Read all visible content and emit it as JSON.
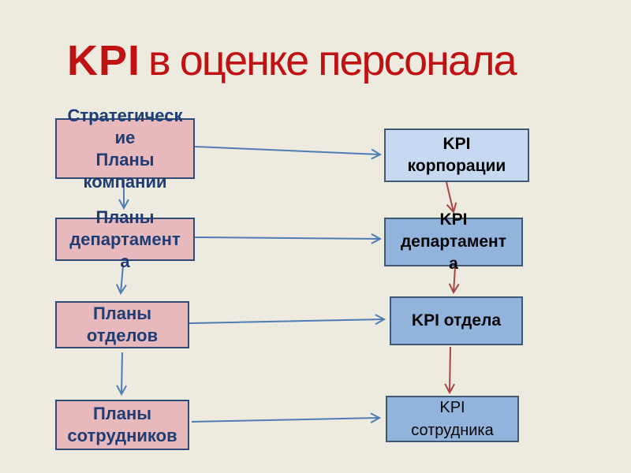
{
  "slide": {
    "title": {
      "highlight": "KPI",
      "rest": "в оценке персонала"
    },
    "colors": {
      "background": "#EDEADF",
      "title_text": "#C01212",
      "plan_box_fill": "#E7B9BD",
      "plan_box_border": "#2E4A75",
      "plan_box_text": "#1E3D74",
      "kpi_corporate_fill": "#C7D9F0",
      "kpi_box_fill": "#92B4DC",
      "kpi_box_border": "#3E5972",
      "kpi_box_text": "#050505",
      "plan_arrow": "#4E7DB5",
      "kpi_arrow": "#A94441"
    },
    "plan_boxes": [
      {
        "id": "plan-company",
        "label": "Стратегическ\nие\nПланы\nкомпании"
      },
      {
        "id": "plan-department",
        "label": "Планы\nдепартамент\nа"
      },
      {
        "id": "plan-division",
        "label": "Планы\nотделов"
      },
      {
        "id": "plan-employees",
        "label": "Планы\nсотрудников"
      }
    ],
    "kpi_boxes": [
      {
        "id": "kpi-corporation",
        "label": "KPI\nкорпорации"
      },
      {
        "id": "kpi-department",
        "label": "KPI\nдепартамент\nа"
      },
      {
        "id": "kpi-division",
        "label": "KPI отдела"
      },
      {
        "id": "kpi-employee",
        "label": "KPI\nсотрудника"
      }
    ],
    "edges": [
      {
        "from": "plan-company",
        "to": "kpi-corporation",
        "color": "blue"
      },
      {
        "from": "plan-department",
        "to": "kpi-department",
        "color": "blue"
      },
      {
        "from": "plan-division",
        "to": "kpi-division",
        "color": "blue"
      },
      {
        "from": "plan-employees",
        "to": "kpi-employee",
        "color": "blue"
      },
      {
        "from": "plan-company",
        "to": "plan-department",
        "color": "blue"
      },
      {
        "from": "plan-department",
        "to": "plan-division",
        "color": "blue"
      },
      {
        "from": "plan-division",
        "to": "plan-employees",
        "color": "blue"
      },
      {
        "from": "kpi-corporation",
        "to": "kpi-department",
        "color": "red"
      },
      {
        "from": "kpi-department",
        "to": "kpi-division",
        "color": "red"
      },
      {
        "from": "kpi-division",
        "to": "kpi-employee",
        "color": "red"
      }
    ]
  }
}
